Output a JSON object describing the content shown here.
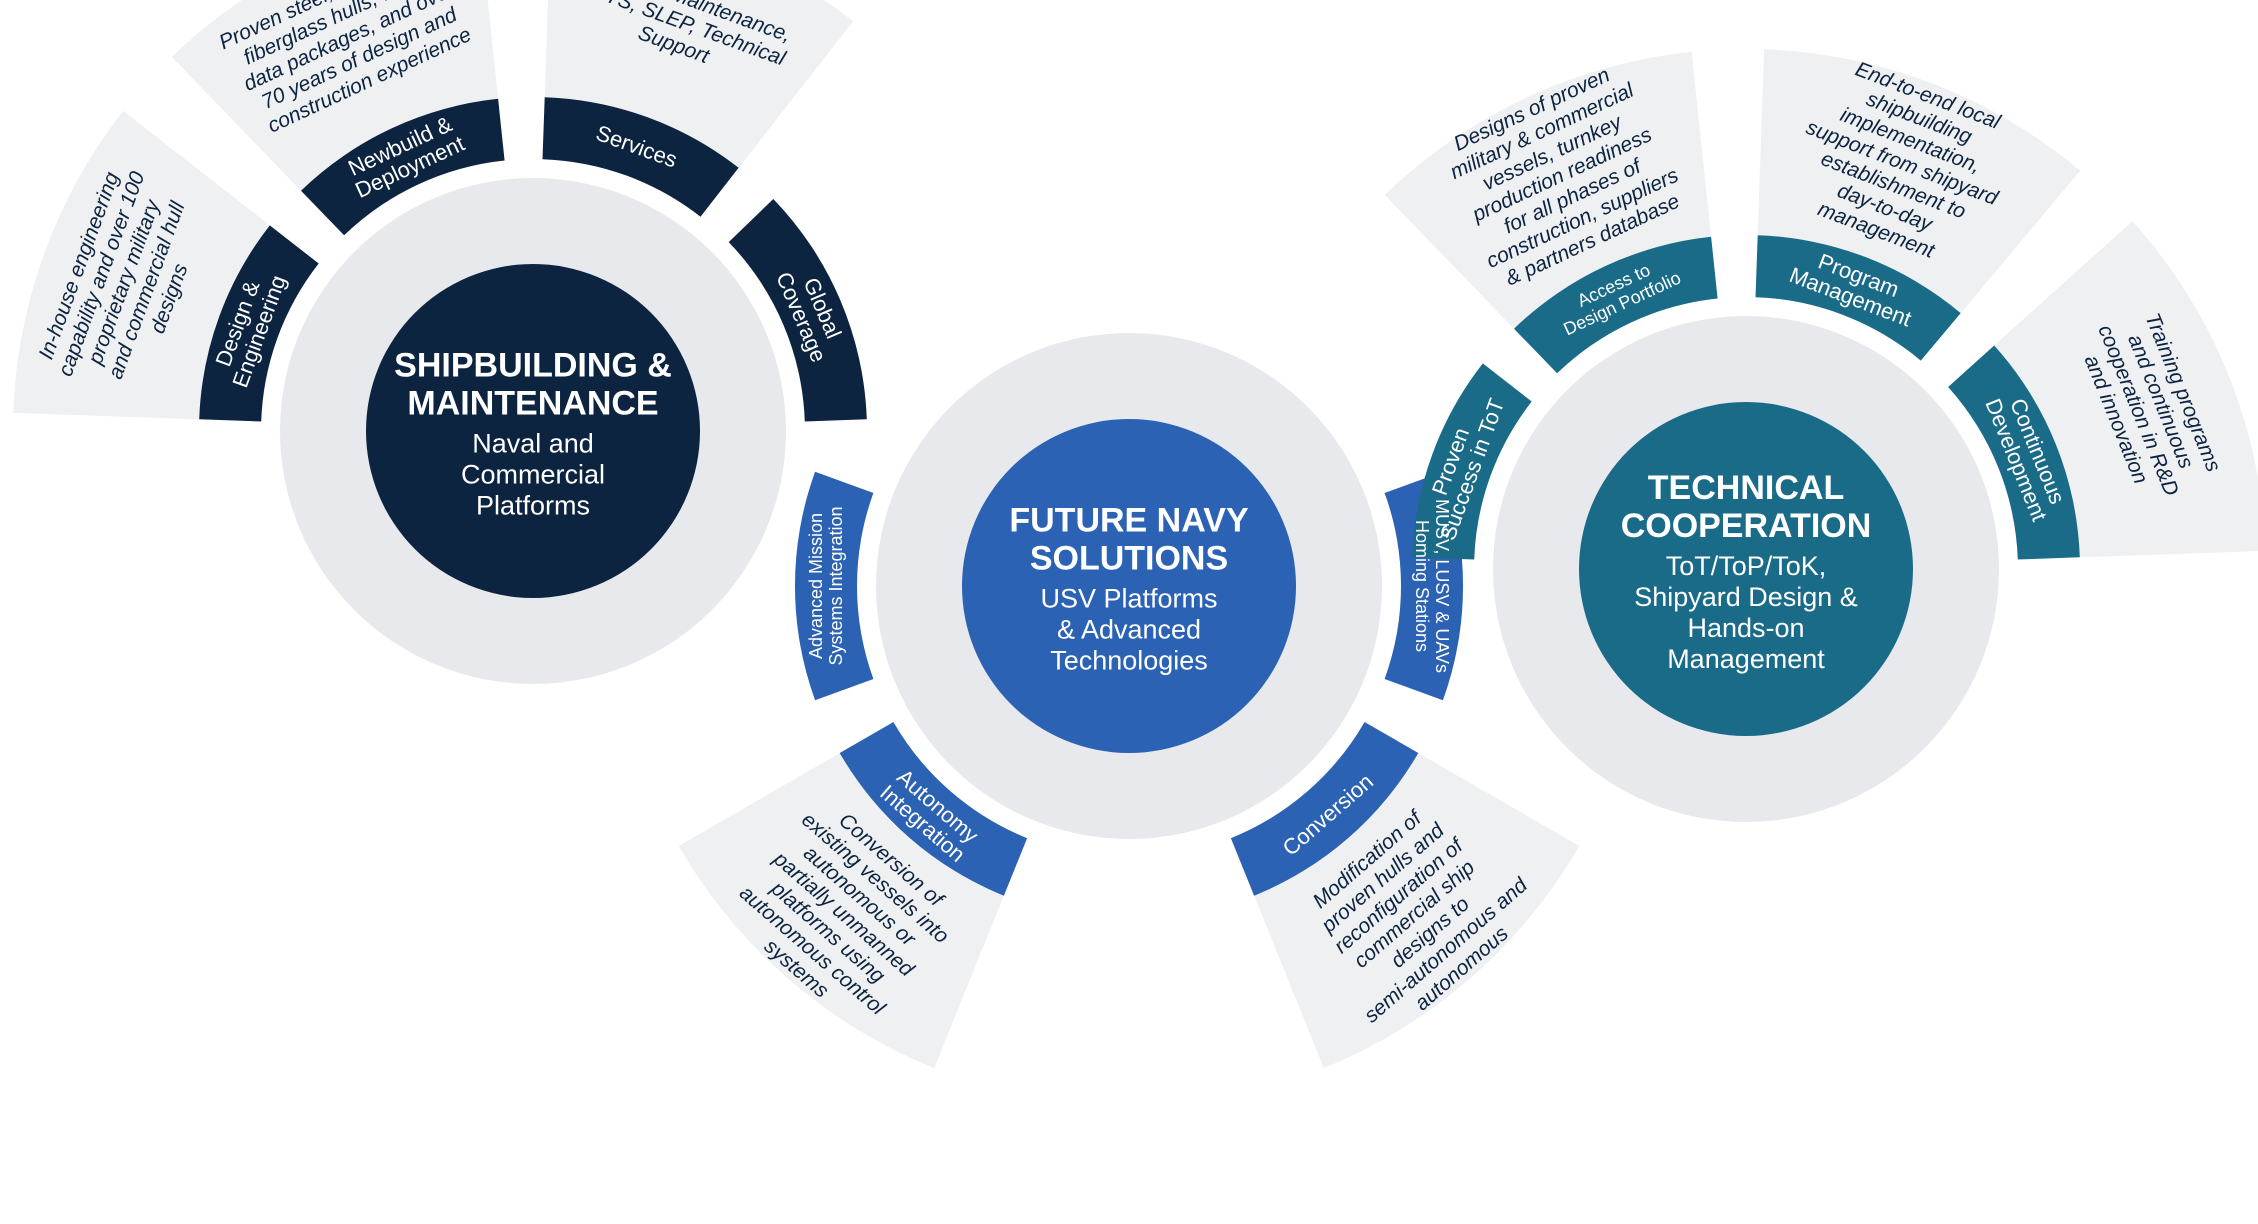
{
  "hubs": {
    "shipbuilding": {
      "title_lines": [
        "SHIPBUILDING &",
        "MAINTENANCE"
      ],
      "subtitle_lines": [
        "Naval and",
        "Commercial",
        "Platforms"
      ]
    },
    "future": {
      "title_lines": [
        "FUTURE NAVY",
        "SOLUTIONS"
      ],
      "subtitle_lines": [
        "USV Platforms",
        "& Advanced",
        "Technologies"
      ]
    },
    "technical": {
      "title_lines": [
        "TECHNICAL",
        "COOPERATION"
      ],
      "subtitle_lines": [
        "ToT/ToP/ToK,",
        "Shipyard Design &",
        "Hands-on",
        "Management"
      ]
    }
  },
  "segments": {
    "design_engineering": {
      "label_lines": [
        "Design &",
        "Engineering"
      ],
      "text_lines": [
        "In-house engineering",
        "capability and over 100",
        "proprietary military",
        "and commercial hull",
        "designs"
      ]
    },
    "newbuild": {
      "label_lines": [
        "Newbuild &",
        "Deployment"
      ],
      "text_lines": [
        "Proven steel, aluminum &",
        "fiberglass hulls, tested",
        "data packages, and over",
        "70 years of design and",
        "construction experience"
      ]
    },
    "services": {
      "label_lines": [
        "Services"
      ],
      "text_lines": [
        "Repair & Maintenance,",
        "FOTS, SLEP, Technical",
        "Support"
      ]
    },
    "global_coverage": {
      "label_lines": [
        "Global",
        "Coverage"
      ]
    },
    "advanced_mission": {
      "label_lines": [
        "Advanced Mission",
        "Systems Integration"
      ]
    },
    "autonomy": {
      "label_lines": [
        "Autonomy",
        "Integration"
      ],
      "text_lines": [
        "Conversion of",
        "existing vessels into",
        "autonomous or",
        "partially unmanned",
        "platforms using",
        "autonomous control",
        "systems"
      ]
    },
    "conversion": {
      "label_lines": [
        "Conversion"
      ],
      "text_lines": [
        "Modification of",
        "proven hulls and",
        "reconfiguration of",
        "commercial ship",
        "designs to",
        "semi-autonomous and",
        "autonomous"
      ]
    },
    "musv": {
      "label_lines": [
        "MUSV, LUSV & UAVs",
        "Homing Stations"
      ]
    },
    "proven_success": {
      "label_lines": [
        "Proven",
        "Success in ToT"
      ]
    },
    "access_design": {
      "label_lines": [
        "Access to",
        "Design Portfolio"
      ],
      "text_lines": [
        "Designs of proven",
        "military & commercial",
        "vessels, turnkey",
        "production readiness",
        "for all phases of",
        "construction, suppliers",
        "& partners database"
      ]
    },
    "program_management": {
      "label_lines": [
        "Program",
        "Management"
      ],
      "text_lines": [
        "End-to-end local",
        "shipbuilding",
        "implementation,",
        "support from shipyard",
        "establishment to",
        "day-to-day",
        "management"
      ]
    },
    "continuous_dev": {
      "label_lines": [
        "Continuous",
        "Development"
      ],
      "text_lines": [
        "Training programs",
        "and continuous",
        "cooperation in R&D",
        "and innovation"
      ]
    }
  },
  "colors": {
    "navy": "#0c2440",
    "blue": "#2b62b3",
    "teal": "#1a6b88",
    "halo": "#e7e9ed",
    "wedge": "#eef0f2"
  }
}
